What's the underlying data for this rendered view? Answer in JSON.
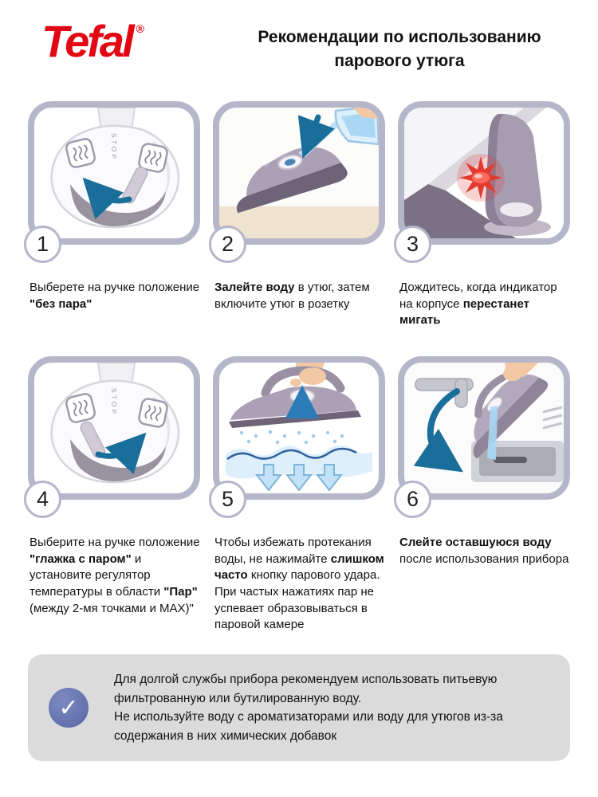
{
  "brand": {
    "name": "Tefal",
    "registered_mark": "®"
  },
  "header": {
    "title_line1": "Рекомендации по использованию",
    "title_line2": "парового утюга"
  },
  "illustrations": {
    "stop_label": "STOP"
  },
  "steps": [
    {
      "number": "1",
      "caption": [
        {
          "t": "Выберете на ручке положение ",
          "b": false
        },
        {
          "t": "\"без пара\"",
          "b": true
        }
      ]
    },
    {
      "number": "2",
      "caption": [
        {
          "t": "Залейте воду",
          "b": true
        },
        {
          "t": " в утюг, затем включите утюг в розетку",
          "b": false
        }
      ]
    },
    {
      "number": "3",
      "caption": [
        {
          "t": "Дождитесь, когда индикатор на корпусе ",
          "b": false
        },
        {
          "t": "перестанет мигать",
          "b": true
        }
      ]
    },
    {
      "number": "4",
      "caption": [
        {
          "t": "Выберите на ручке положение ",
          "b": false
        },
        {
          "t": "\"глажка с паром\"",
          "b": true
        },
        {
          "t": " и установите регулятор температуры в области ",
          "b": false
        },
        {
          "t": "\"Пар\"",
          "b": true
        },
        {
          "t": " (между 2-мя точками и MAX)\"",
          "b": false
        }
      ]
    },
    {
      "number": "5",
      "caption": [
        {
          "t": "Чтобы избежать протекания воды, не нажимайте ",
          "b": false
        },
        {
          "t": "слишком часто",
          "b": true
        },
        {
          "t": " кнопку парового удара. При частых нажатиях пар не успевает образовываться в паровой камере",
          "b": false
        }
      ]
    },
    {
      "number": "6",
      "caption": [
        {
          "t": "Слейте оставшуюся воду",
          "b": true
        },
        {
          "t": " после использования прибора",
          "b": false
        }
      ]
    }
  ],
  "footer": {
    "checkmark": "✓",
    "paragraphs": [
      "Для долгой службы прибора рекомендуем использовать питьевую фильтрованную или бутилированную воду.",
      "Не используйте воду с ароматизаторами или воду для утюгов из-за содержания в них химических добавок"
    ]
  },
  "colors": {
    "brand_red": "#E30613",
    "card_border": "#B6B6CA",
    "accent_blue": "#1A6E9A",
    "footer_bg": "#DBDBDB",
    "check_circle": "#5766A3",
    "indicator_red": "#E53030",
    "water_blue": "#A9D7F4",
    "iron_purple": "#ABA0B6",
    "table_beige": "#EFE3D0"
  }
}
